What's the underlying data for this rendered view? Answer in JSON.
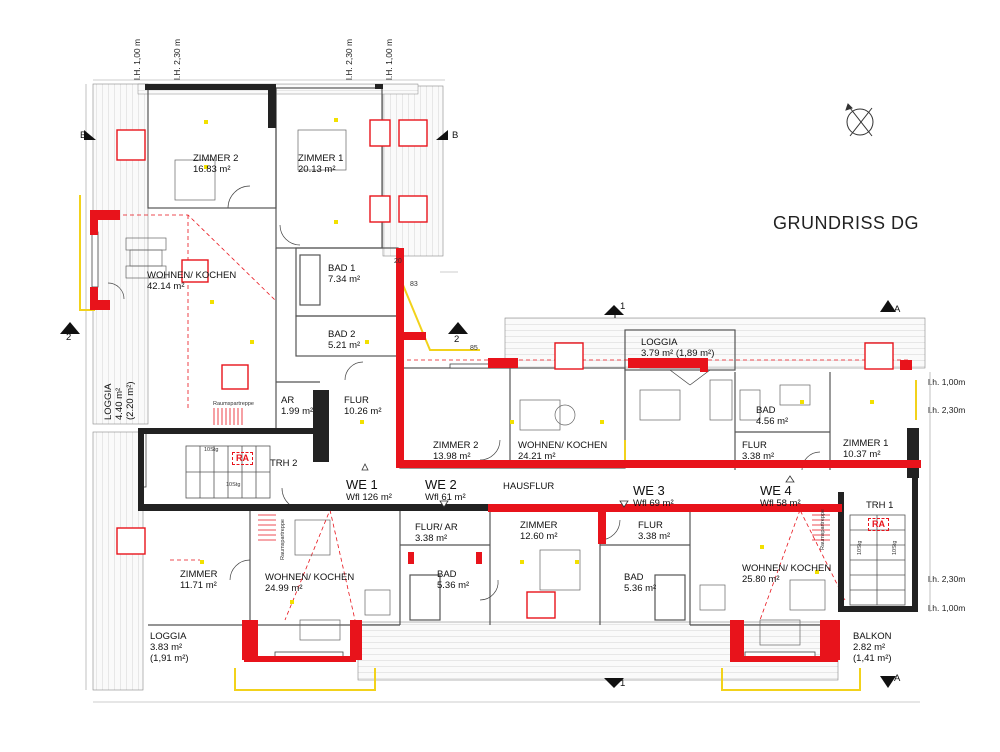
{
  "plan": {
    "title": "GRUNDRISS DG",
    "rooms": [
      {
        "id": "zimmer2-top",
        "name": "ZIMMER 2",
        "area": "16.83 m²"
      },
      {
        "id": "zimmer1-top",
        "name": "ZIMMER 1",
        "area": "20.13 m²"
      },
      {
        "id": "wohnen-we1",
        "name": "WOHNEN/ KOCHEN",
        "area": "42.14 m²"
      },
      {
        "id": "bad1",
        "name": "BAD 1",
        "area": "7.34 m²"
      },
      {
        "id": "bad2",
        "name": "BAD 2",
        "area": "5.21 m²"
      },
      {
        "id": "ar-we1",
        "name": "AR",
        "area": "1.99 m²"
      },
      {
        "id": "flur-we1",
        "name": "FLUR",
        "area": "10.26 m²"
      },
      {
        "id": "loggia-we1",
        "name": "LOGGIA",
        "area": "4.40 m²",
        "area_net": "(2.20 m²)"
      },
      {
        "id": "loggia-top",
        "name": "LOGGIA",
        "area": "3.79 m²  (1,89 m²)"
      },
      {
        "id": "bad-right",
        "name": "BAD",
        "area": "4.56 m²"
      },
      {
        "id": "zimmer2-mid",
        "name": "ZIMMER 2",
        "area": "13.98 m²"
      },
      {
        "id": "wohnen-we4top",
        "name": "WOHNEN/ KOCHEN",
        "area": "24.21 m²"
      },
      {
        "id": "flur-right",
        "name": "FLUR",
        "area": "3.38 m²"
      },
      {
        "id": "zimmer1-right",
        "name": "ZIMMER 1",
        "area": "10.37 m²"
      },
      {
        "id": "flur-ar-we2",
        "name": "FLUR/ AR",
        "area": "3.38 m²"
      },
      {
        "id": "zimmer-we3",
        "name": "ZIMMER",
        "area": "12.60 m²"
      },
      {
        "id": "flur-we3",
        "name": "FLUR",
        "area": "3.38 m²"
      },
      {
        "id": "zimmer-we2",
        "name": "ZIMMER",
        "area": "11.71 m²"
      },
      {
        "id": "wohnen-we2",
        "name": "WOHNEN/ KOCHEN",
        "area": "24.99 m²"
      },
      {
        "id": "bad-we2",
        "name": "BAD",
        "area": "5.36 m²"
      },
      {
        "id": "bad-we3",
        "name": "BAD",
        "area": "5.36 m²"
      },
      {
        "id": "wohnen-we3",
        "name": "WOHNEN/ KOCHEN",
        "area": "25.80 m²"
      },
      {
        "id": "loggia-bottom",
        "name": "LOGGIA",
        "area": "3.83 m²",
        "area_net": "(1,91 m²)"
      },
      {
        "id": "balkon",
        "name": "BALKON",
        "area": "2.82 m²",
        "area_net": "(1,41 m²)"
      }
    ],
    "units": [
      {
        "name": "WE 1",
        "wfl": "Wfl 126 m²"
      },
      {
        "name": "WE 2",
        "wfl": "Wfl 61 m²"
      },
      {
        "name": "WE 3",
        "wfl": "Wfl 69 m²"
      },
      {
        "name": "WE 4",
        "wfl": "Wfl 58 m²"
      }
    ],
    "hausflur": "HAUSFLUR",
    "stairs": {
      "trh1": "TRH 1",
      "trh2": "TRH 2",
      "ra": "RA",
      "steps": "10Stg",
      "raumspartreppe": "Raumspartreppe"
    },
    "heights": {
      "lh100": "l.H. 1,00 m",
      "lh230": "l.H. 2,30 m",
      "lh100r": "l.h. 1,00m",
      "lh230r": "l.h. 2,30m"
    },
    "sections": {
      "a": "A",
      "b": "B",
      "one": "1",
      "two": "2"
    },
    "dims": {
      "d20": "20",
      "d83": "83",
      "d85": "85"
    }
  }
}
